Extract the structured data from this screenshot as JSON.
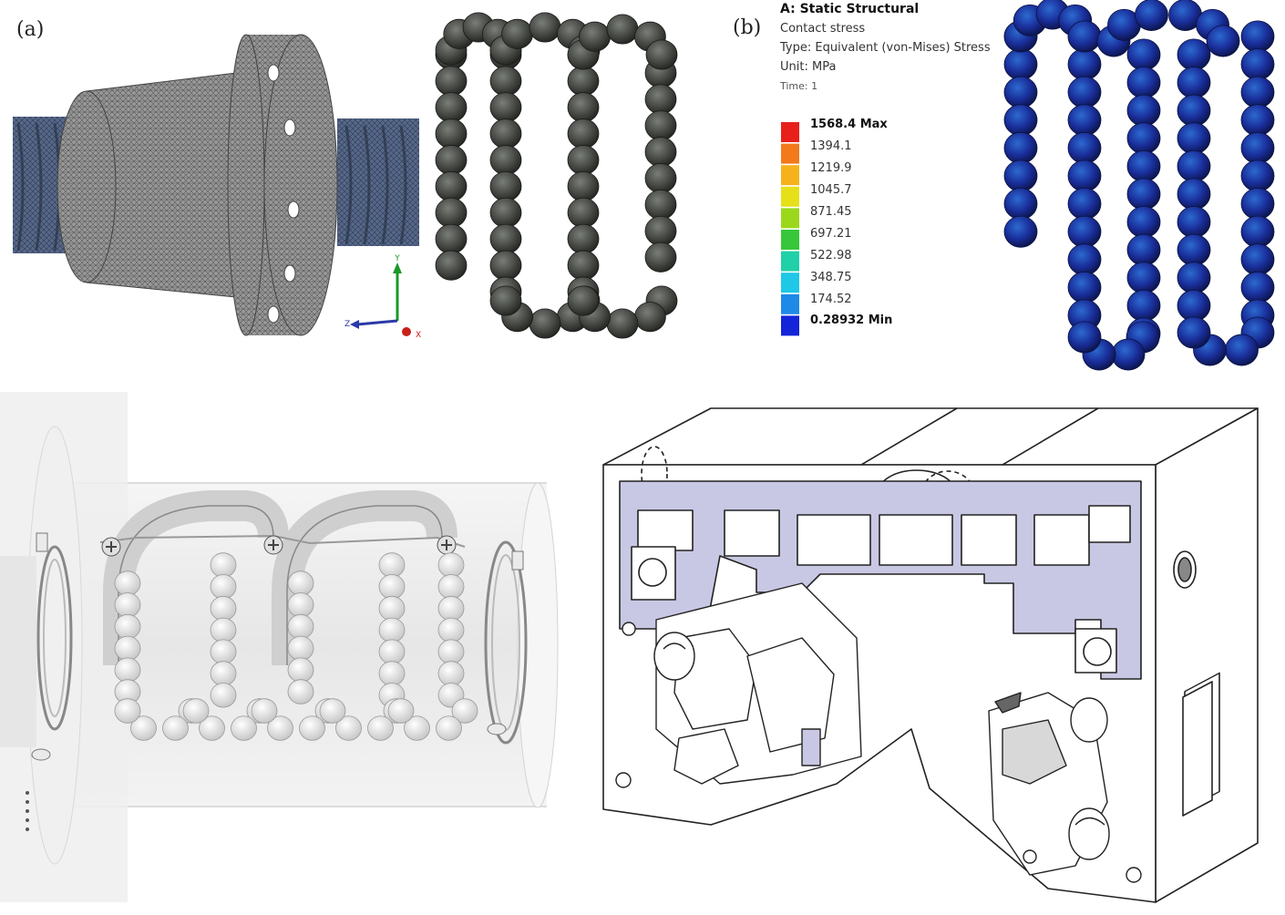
{
  "panels": {
    "a_label": "(a)",
    "b_label": "(b)"
  },
  "axis_triad": {
    "y": "Y",
    "z": "Z",
    "x": "X"
  },
  "ansys": {
    "title": "A: Static Structural",
    "result": "Contact stress",
    "type": "Type: Equivalent (von-Mises) Stress",
    "unit": "Unit: MPa",
    "time": "Time: 1"
  },
  "legend": {
    "entries": [
      {
        "label": "1568.4 Max",
        "color": "#e8201a",
        "bold": true
      },
      {
        "label": "1394.1",
        "color": "#f27a1a",
        "bold": false
      },
      {
        "label": "1219.9",
        "color": "#f5b21a",
        "bold": false
      },
      {
        "label": "1045.7",
        "color": "#e6e01a",
        "bold": false
      },
      {
        "label": "871.45",
        "color": "#9bd81c",
        "bold": false
      },
      {
        "label": "697.21",
        "color": "#36c83a",
        "bold": false
      },
      {
        "label": "522.98",
        "color": "#1fd0a8",
        "bold": false
      },
      {
        "label": "348.75",
        "color": "#1ec8e6",
        "bold": false
      },
      {
        "label": "174.52",
        "color": "#1e8ae8",
        "bold": false
      },
      {
        "label": "0.28932 Min",
        "color": "#1424d8",
        "bold": true
      }
    ]
  },
  "colors": {
    "mesh_gray": "#8a8a8a",
    "screw_blue": "#4a5f7a",
    "ball_dark": "#3c4038",
    "stress_blue": "#1a3a9a",
    "section_fill": "#c8c8e4",
    "line": "#222222"
  }
}
